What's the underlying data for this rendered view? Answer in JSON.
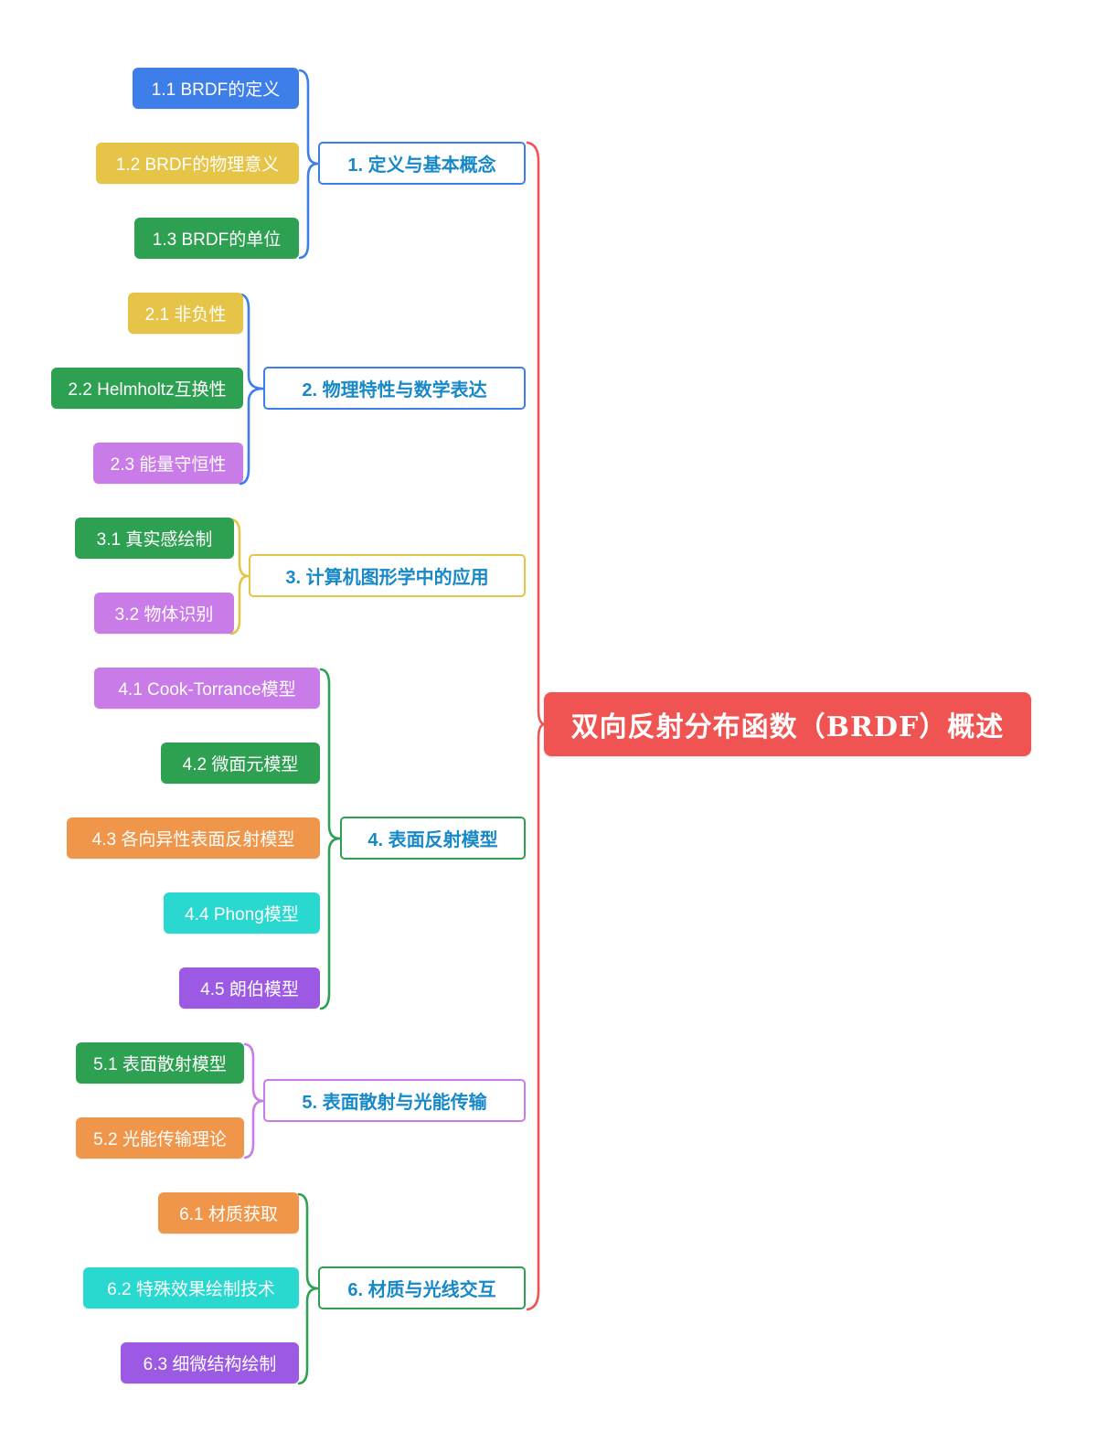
{
  "title": "双向反射分布函数（BRDF）概述",
  "colors": {
    "blue": "#3D7EE8",
    "yellow": "#E6C447",
    "green": "#2EA052",
    "purple_light": "#C97BE8",
    "orange": "#F0964A",
    "cyan": "#29D9CF",
    "violet": "#9C59E3",
    "red": "#F05452",
    "branch_text": "#1789C8",
    "node_text": "#FFFFFF"
  },
  "root": {
    "label": "双向反射分布函数（BRDF）概述",
    "bg": "red",
    "text_color": "#FFFFFF"
  },
  "branches": [
    {
      "label": "1. 定义与基本概念",
      "accent": "blue",
      "children": [
        {
          "label": "1.1 BRDF的定义",
          "bg": "blue"
        },
        {
          "label": "1.2 BRDF的物理意义",
          "bg": "yellow"
        },
        {
          "label": "1.3 BRDF的单位",
          "bg": "green"
        }
      ]
    },
    {
      "label": "2. 物理特性与数学表达",
      "accent": "blue",
      "children": [
        {
          "label": "2.1 非负性",
          "bg": "yellow"
        },
        {
          "label": "2.2 Helmholtz互换性",
          "bg": "green"
        },
        {
          "label": "2.3 能量守恒性",
          "bg": "purple_light"
        }
      ]
    },
    {
      "label": "3. 计算机图形学中的应用",
      "accent": "yellow",
      "children": [
        {
          "label": "3.1 真实感绘制",
          "bg": "green"
        },
        {
          "label": "3.2 物体识别",
          "bg": "purple_light"
        }
      ]
    },
    {
      "label": "4. 表面反射模型",
      "accent": "green",
      "children": [
        {
          "label": "4.1 Cook-Torrance模型",
          "bg": "purple_light"
        },
        {
          "label": "4.2 微面元模型",
          "bg": "green"
        },
        {
          "label": "4.3 各向异性表面反射模型",
          "bg": "orange"
        },
        {
          "label": "4.4 Phong模型",
          "bg": "cyan"
        },
        {
          "label": "4.5 朗伯模型",
          "bg": "violet"
        }
      ]
    },
    {
      "label": "5. 表面散射与光能传输",
      "accent": "purple_light",
      "children": [
        {
          "label": "5.1 表面散射模型",
          "bg": "green"
        },
        {
          "label": "5.2 光能传输理论",
          "bg": "orange"
        }
      ]
    },
    {
      "label": "6. 材质与光线交互",
      "accent": "green",
      "children": [
        {
          "label": "6.1 材质获取",
          "bg": "orange"
        },
        {
          "label": "6.2 特殊效果绘制技术",
          "bg": "cyan"
        },
        {
          "label": "6.3 细微结构绘制",
          "bg": "violet"
        }
      ]
    }
  ]
}
